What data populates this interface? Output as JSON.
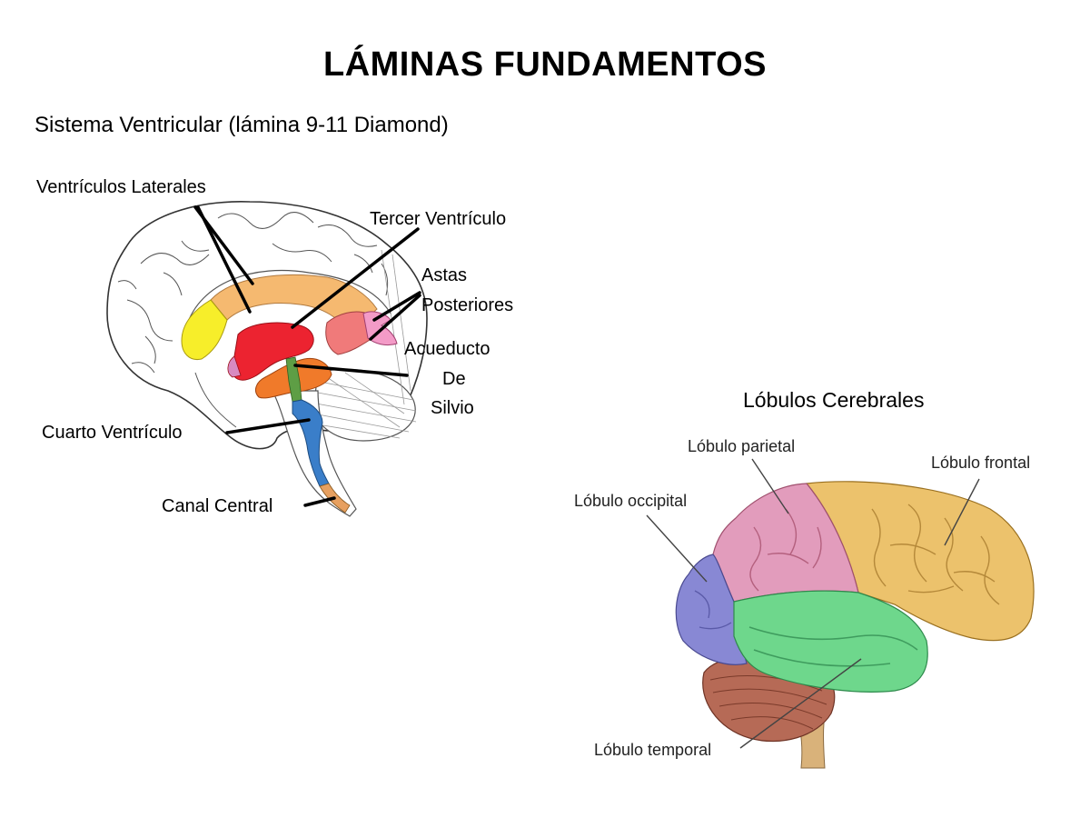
{
  "page": {
    "title": "LÁMINAS FUNDAMENTOS",
    "subtitle": "Sistema Ventricular (lámina 9-11 Diamond)"
  },
  "ventricles": {
    "labels": {
      "lateral": "Ventrículos Laterales",
      "third": "Tercer Ventrículo",
      "horns_1": "Astas",
      "horns_2": "Posteriores",
      "aqueduct_1": "Acueducto",
      "aqueduct_2": "De",
      "aqueduct_3": "Silvio",
      "fourth": "Cuarto Ventrículo",
      "central": "Canal Central"
    },
    "colors": {
      "lateral_body": "#f5b970",
      "anterior_horn": "#f7ee2a",
      "third_ventricle": "#ec2330",
      "posterior_horn": "#f07a7a",
      "posterior_tip": "#f39bc7",
      "inferior_horn": "#f07a2a",
      "aqueduct": "#5e9e45",
      "fourth_ventricle": "#3a7ec9",
      "central_canal": "#e7a060"
    }
  },
  "lobes": {
    "section_title": "Lóbulos Cerebrales",
    "labels": {
      "parietal": "Lóbulo parietal",
      "frontal": "Lóbulo frontal",
      "occipital": "Lóbulo occipital",
      "temporal": "Lóbulo temporal"
    },
    "colors": {
      "frontal": "#ecc26c",
      "parietal": "#e29cbc",
      "occipital": "#8888d4",
      "temporal": "#6ed78c",
      "cerebellum": "#b66a56",
      "brainstem": "#d9b27a"
    }
  }
}
